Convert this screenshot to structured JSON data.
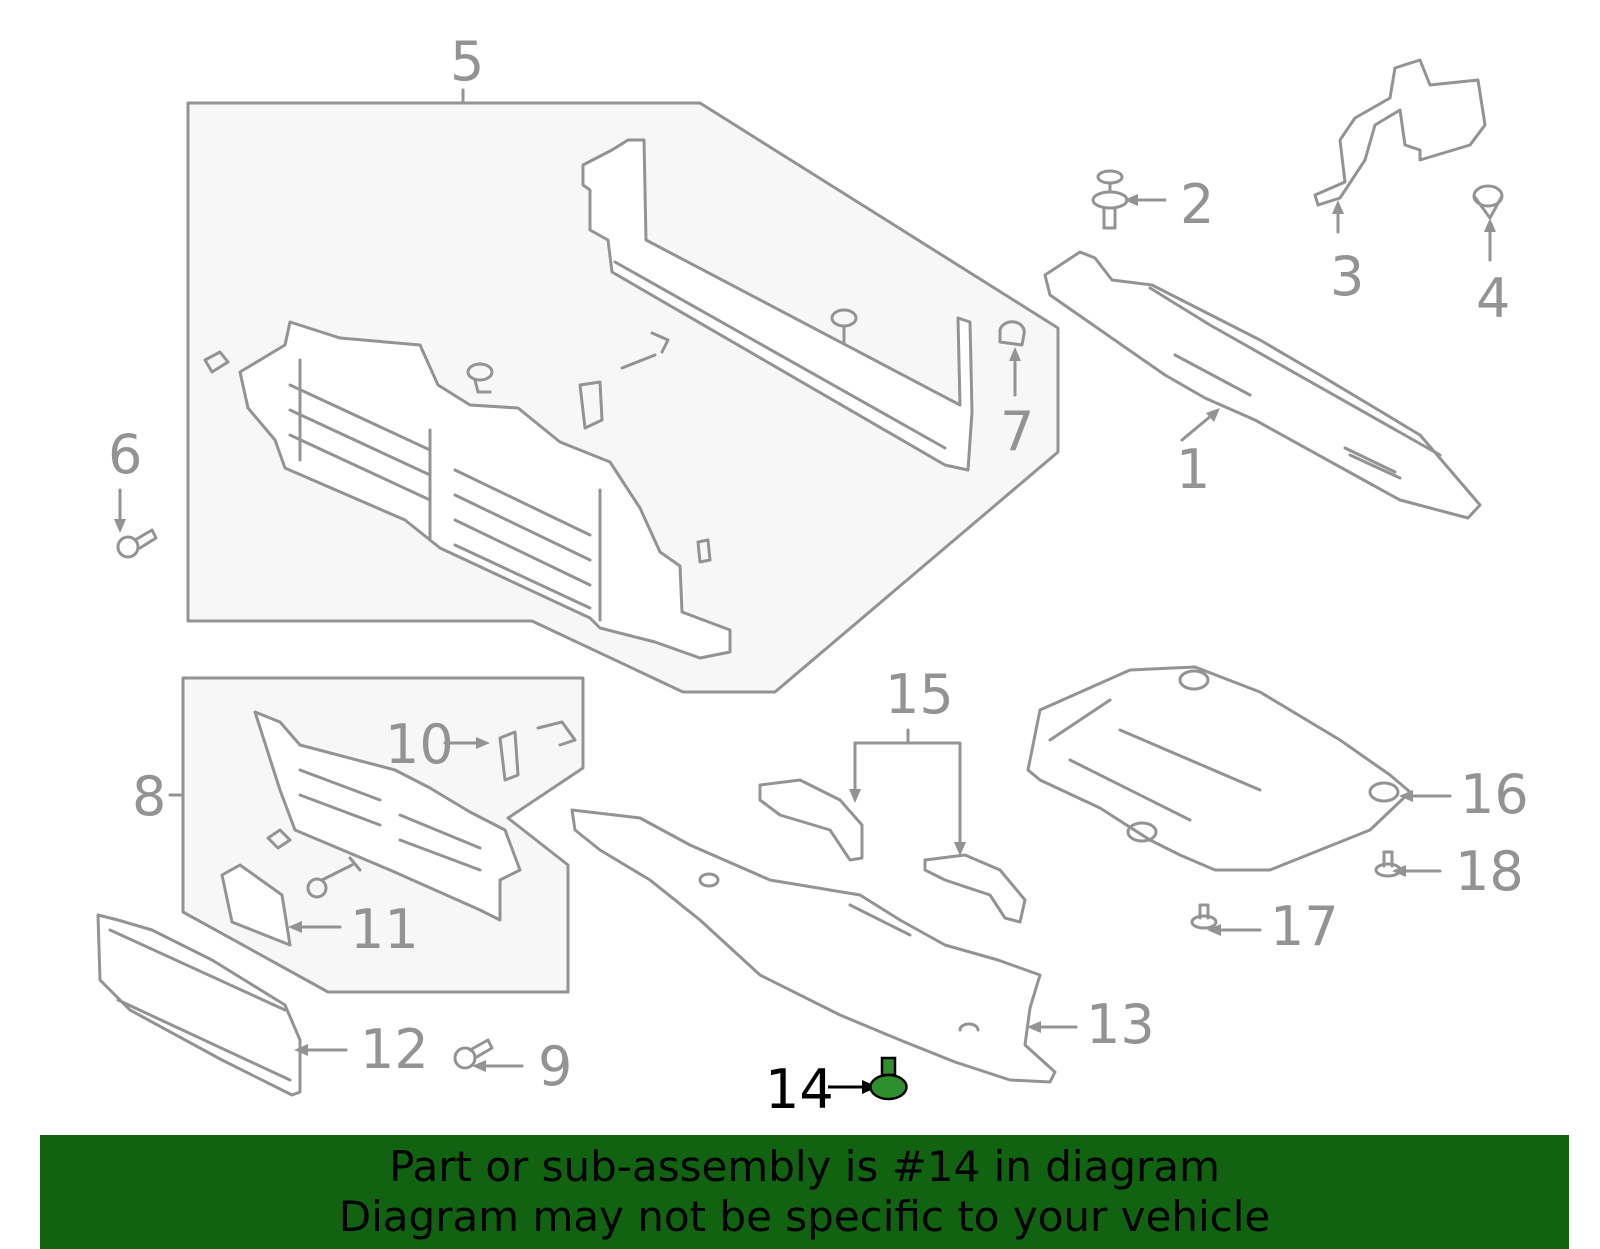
{
  "colors": {
    "line": "#939393",
    "fill": "#f7f7f7",
    "highlight": "#2f8f2f",
    "banner": "#116311",
    "text": "#000000"
  },
  "callouts": {
    "c1": "1",
    "c2": "2",
    "c3": "3",
    "c4": "4",
    "c5": "5",
    "c6": "6",
    "c7": "7",
    "c8": "8",
    "c9": "9",
    "c10": "10",
    "c11": "11",
    "c12": "12",
    "c13": "13",
    "c14": "14",
    "c15": "15",
    "c16": "16",
    "c17": "17",
    "c18": "18"
  },
  "banner": {
    "line1": "Part or sub-assembly is #14 in diagram",
    "line2": "Diagram may not be specific to your vehicle"
  }
}
